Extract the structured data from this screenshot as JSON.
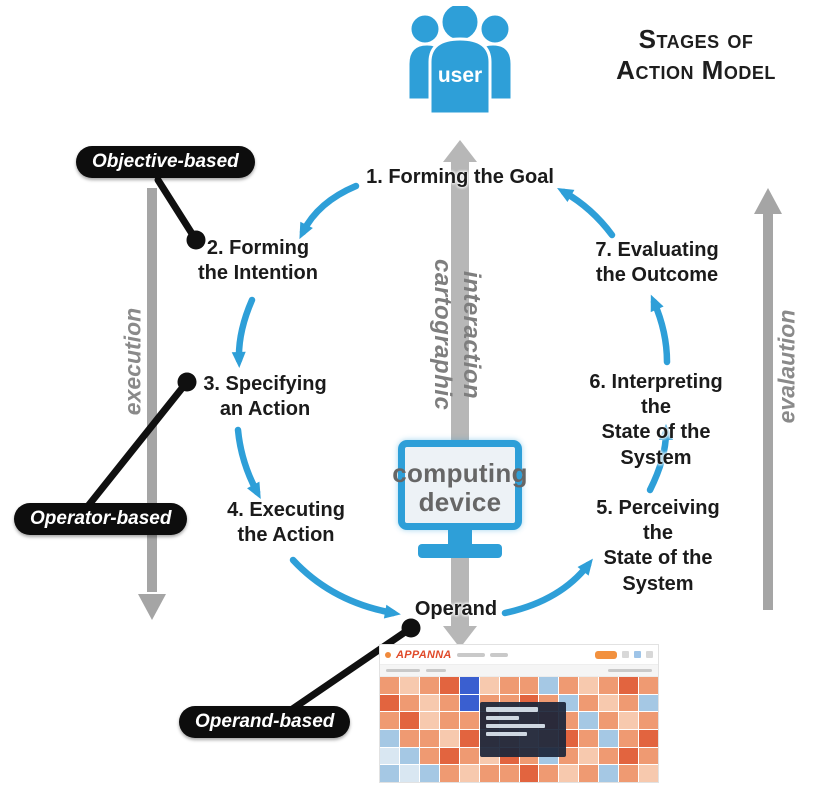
{
  "header": {
    "title_line1": "Stages of",
    "title_line2": "Action Model"
  },
  "user": {
    "label": "user"
  },
  "center": {
    "interaction_label": "cartographic\ninteraction",
    "device_label": "computing\ndevice"
  },
  "stages": [
    {
      "label": "1. Forming the Goal"
    },
    {
      "label": "2. Forming\nthe Intention"
    },
    {
      "label": "3. Specifying\nan Action"
    },
    {
      "label": "4. Executing\nthe Action"
    },
    {
      "label": "Operand"
    },
    {
      "label": "5. Perceiving the\nState of the System"
    },
    {
      "label": "6. Interpreting the\nState of the System"
    },
    {
      "label": "7. Evaluating\nthe Outcome"
    }
  ],
  "side_labels": {
    "left": "execution",
    "right": "evalaution"
  },
  "callouts": [
    {
      "label": "Objective-based"
    },
    {
      "label": "Operator-based"
    },
    {
      "label": "Operand-based"
    }
  ],
  "colors": {
    "accent_blue": "#2e9fd8",
    "gray_arrow": "#a9a9a9",
    "callout_black": "#0d0d0d",
    "logo_orange": "#e04a2a"
  },
  "app_screenshot": {
    "logo": "APPANNA",
    "mosaic": {
      "palette": {
        "O": "#e2643f",
        "o": "#ef9a72",
        "p": "#f7c9ae",
        "b": "#a5c8e4",
        "B": "#3a5fd0",
        "l": "#d9e7f2",
        "w": "#ececec"
      },
      "rows": [
        "opoOBpoobopoOo",
        "OopoBooOobopob",
        "oOpooOpoOobopo",
        "boopOoopoOoboO",
        "lboOopOobopoOo",
        "blbopooOopobop"
      ]
    }
  }
}
